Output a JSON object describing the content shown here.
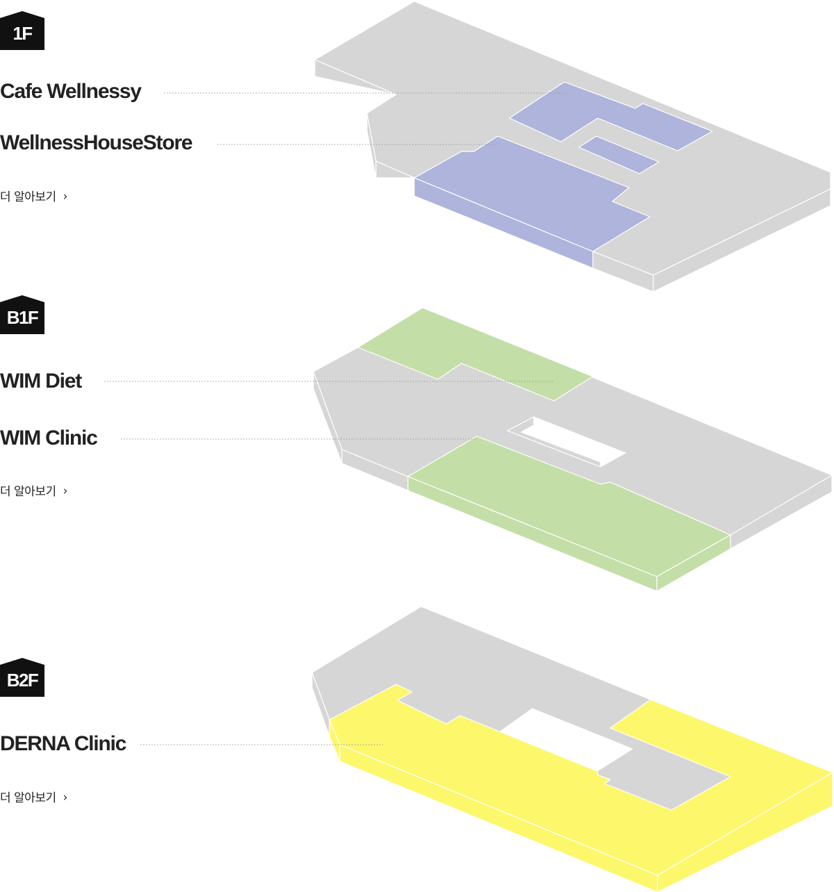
{
  "colors": {
    "floor_gray": "#d6d6d6",
    "edge_white": "#ffffff",
    "highlight_1f": "#aeb4db",
    "highlight_b1f": "#c3dea7",
    "highlight_b2f": "#fdf76c",
    "badge_black": "#111111",
    "leader_line": "#9a9a9a"
  },
  "floors": [
    {
      "id": "1f",
      "badge": "1F",
      "tenants": [
        {
          "label": "Cafe Wellnessy"
        },
        {
          "label": "WellnessHouseStore"
        }
      ],
      "more_label": "더 알아보기",
      "more_icon": "chevron-right-icon"
    },
    {
      "id": "b1f",
      "badge": "B1F",
      "tenants": [
        {
          "label": "WIM Diet"
        },
        {
          "label": "WIM Clinic"
        }
      ],
      "more_label": "더 알아보기",
      "more_icon": "chevron-right-icon"
    },
    {
      "id": "b2f",
      "badge": "B2F",
      "tenants": [
        {
          "label": "DERNA Clinic"
        }
      ],
      "more_label": "더 알아보기",
      "more_icon": "chevron-right-icon"
    }
  ]
}
